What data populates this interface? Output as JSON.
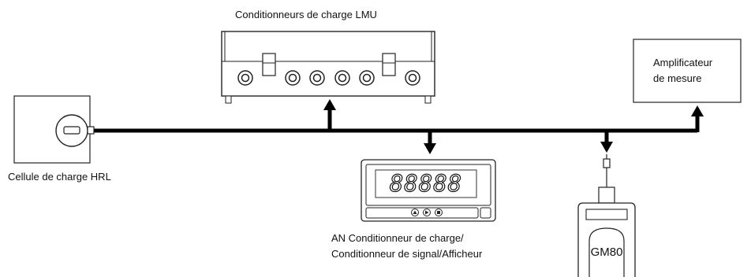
{
  "labels": {
    "lmu": "Conditionneurs de charge LMU",
    "hrl": "Cellule de charge  HRL",
    "amp_line1": "Amplificateur",
    "amp_line2": "de mesure",
    "an_line1": "AN Conditionneur de charge/",
    "an_line2": "Conditionneur de signal/Afficheur",
    "gm80": "GM80"
  },
  "display": {
    "digits": "88888"
  },
  "icons": {
    "load-cell": "load-cell-icon",
    "lmu-box": "lmu-conditioner-icon",
    "an-display": "digital-display-icon",
    "gm80-device": "handheld-meter-icon",
    "arrow": "arrow-down-icon"
  },
  "colors": {
    "line": "#000000",
    "stroke": "#222222",
    "fill": "#ffffff",
    "panel": "#f2f2f2"
  }
}
